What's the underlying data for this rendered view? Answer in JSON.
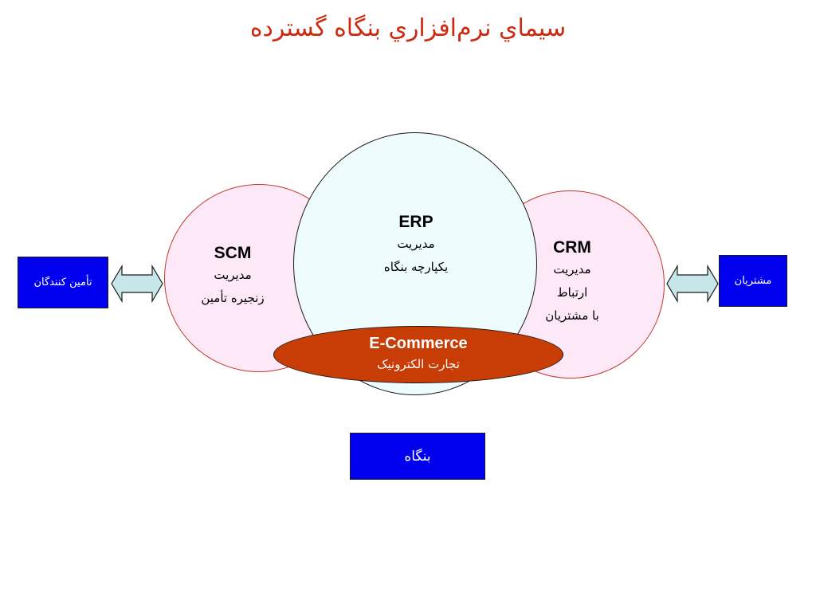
{
  "title": "سيماي نرم‌افزاري بنگاه گسترده",
  "scm": {
    "abbr": "SCM",
    "line1": "مدیریت",
    "line2": "زنجیره تأمین"
  },
  "erp": {
    "abbr": "ERP",
    "line1": "مدیریت",
    "line2": "یکپارچه بنگاه"
  },
  "crm": {
    "abbr": "CRM",
    "line1": "مدیریت",
    "line2": "ارتباط",
    "line3": "با مشتریان"
  },
  "ecommerce": {
    "abbr": "E-Commerce",
    "line1": "تجارت الکترونیک"
  },
  "boxes": {
    "suppliers": "تأمین کنندگان",
    "customers": "مشتریان",
    "enterprise": "بنگاه"
  },
  "colors": {
    "title": "#cc2a10",
    "box_fill": "#0000ee",
    "ecommerce_fill": "#c83c05",
    "side_circle_fill": "#fde8f8",
    "erp_fill": "#eefcfd",
    "arrow_fill": "#c6e6ea"
  }
}
